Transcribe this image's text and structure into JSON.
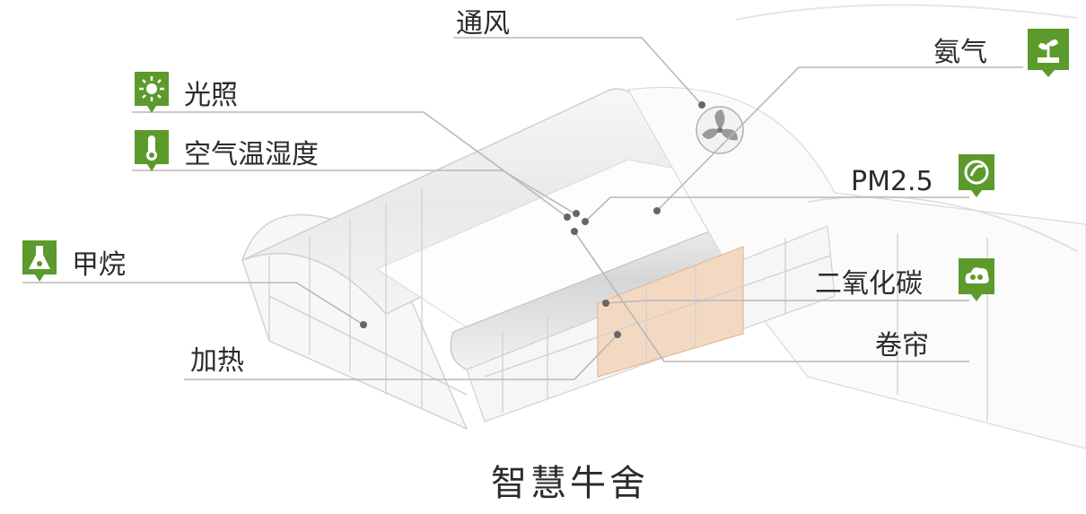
{
  "title": "智慧牛舍",
  "sensors": {
    "ventilation": "通风",
    "ammonia": "氨气",
    "light": "光照",
    "air_temp_humidity": "空气温湿度",
    "pm25": "PM2.5",
    "methane": "甲烷",
    "co2": "二氧化碳",
    "heating": "加热",
    "curtain": "卷帘"
  },
  "icons": {
    "light": "sun-icon",
    "air_temp_humidity": "thermometer-icon",
    "methane": "gas-flask-icon",
    "ammonia": "plant-icon",
    "pm25": "pm25-icon",
    "co2": "co2-cloud-icon",
    "ventilation": "fan-icon"
  },
  "colors": {
    "icon_green": "#5c9a2c",
    "curtain": "#f4d9c2"
  }
}
